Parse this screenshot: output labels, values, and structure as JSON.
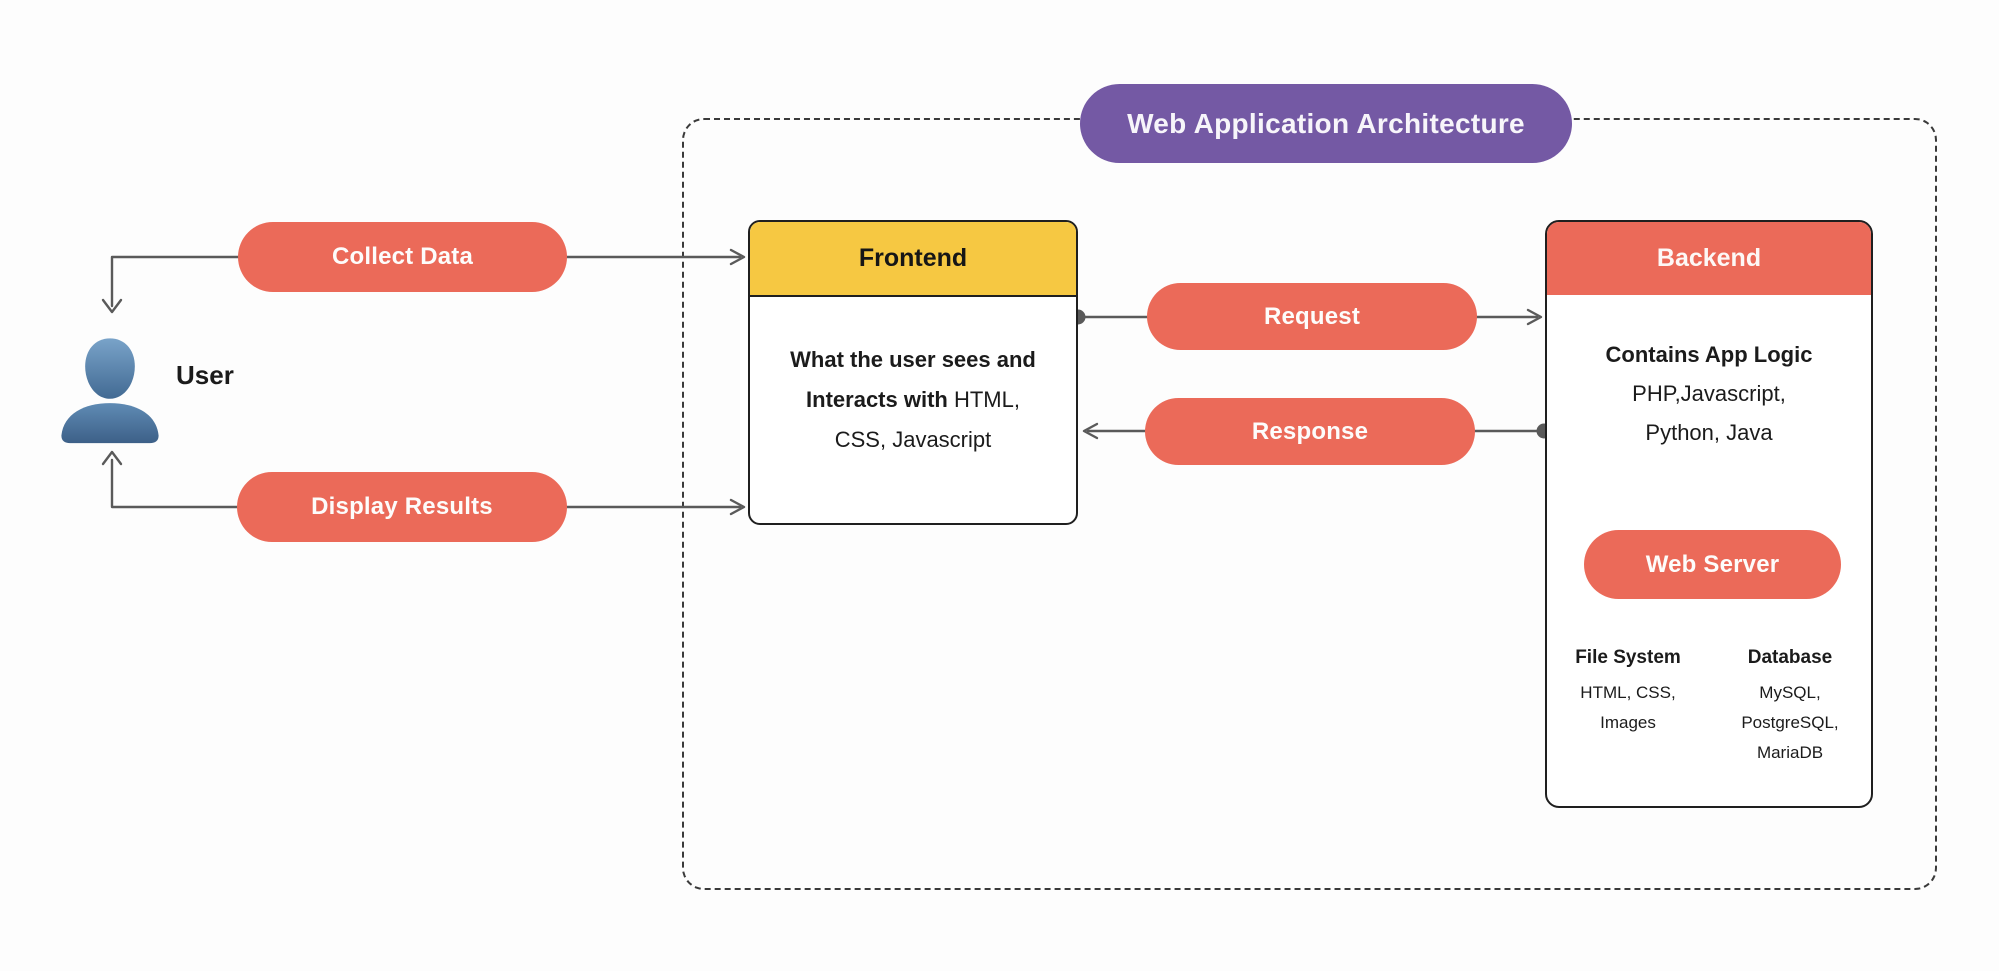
{
  "title": "Web Application Architecture",
  "user": {
    "label": "User"
  },
  "pills": {
    "collect_data": "Collect Data",
    "display_results": "Display Results",
    "request": "Request",
    "response": "Response",
    "web_server": "Web Server"
  },
  "frontend": {
    "title": "Frontend",
    "line1_bold": "What the user sees and",
    "line2_bold": "Interacts with",
    "line2_regular": " HTML,",
    "line3_regular": "CSS, Javascript"
  },
  "backend": {
    "title": "Backend",
    "logic_title": "Contains App Logic",
    "logic_line1": "PHP,Javascript,",
    "logic_line2": "Python, Java",
    "file_system": {
      "label": "File System",
      "line1": "HTML, CSS,",
      "line2": "Images"
    },
    "database": {
      "label": "Database",
      "line1": "MySQL,",
      "line2": "PostgreSQL,",
      "line3": "MariaDB"
    }
  },
  "colors": {
    "coral": "#EB6A59",
    "yellow": "#F6C842",
    "purple": "#7459A4",
    "arrow_gray": "#5A5A5A",
    "user_icon_blue": "#4E79A7",
    "background": "#FDFDFD"
  }
}
